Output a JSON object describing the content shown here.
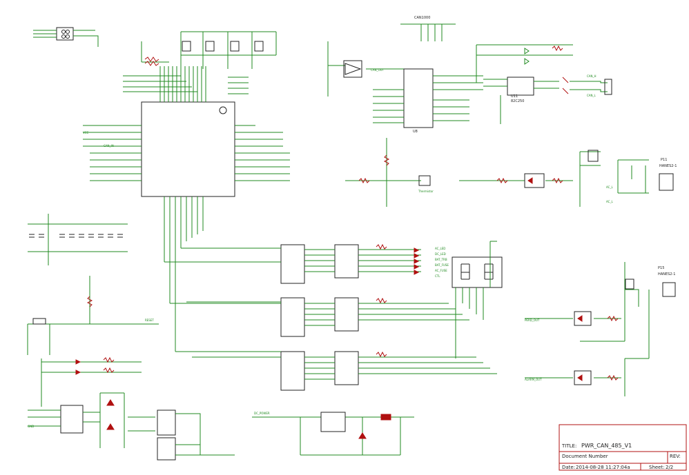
{
  "schematic": {
    "refdes": {
      "u11": "U11",
      "p11": "P11",
      "p15": "P15",
      "u_can": "U8"
    },
    "part_values": {
      "u11": "82C250",
      "p11": "HANES2-1",
      "p15": "HANES2-1",
      "thermistor": "Thermistor",
      "mcu_top": "CAN1000"
    },
    "net_labels": {
      "can_out": "CAN_OUT",
      "can_in": "CAN_IN",
      "reset": "RESET",
      "vcc": "VCC",
      "gnd": "GND",
      "dc_power": "DC_POWER",
      "perd_out": "PERD_OUT",
      "alarm_out": "ALARM_OUT",
      "ac_l": "AC_L",
      "ac_l2": "AC_L",
      "can_h": "CAN_H",
      "can_l": "CAN_L",
      "ac_led": "AC_LED",
      "dc_led": "DC_LED",
      "bat_trb": "BAT_TRB",
      "bat_fuse": "BAT_FUSE",
      "ac_fuse": "AC_FUSE",
      "ctl": "CTL"
    }
  },
  "title_block": {
    "title_label": "TITLE:",
    "title_value": "PWR_CAN_485_V1",
    "docnum_label": "Document Number",
    "rev_label": "REV:",
    "date_label": "Date:",
    "date_value": "2014-08-28 11:27:04a",
    "sheet_label": "Sheet:",
    "sheet_value": "2/2"
  }
}
